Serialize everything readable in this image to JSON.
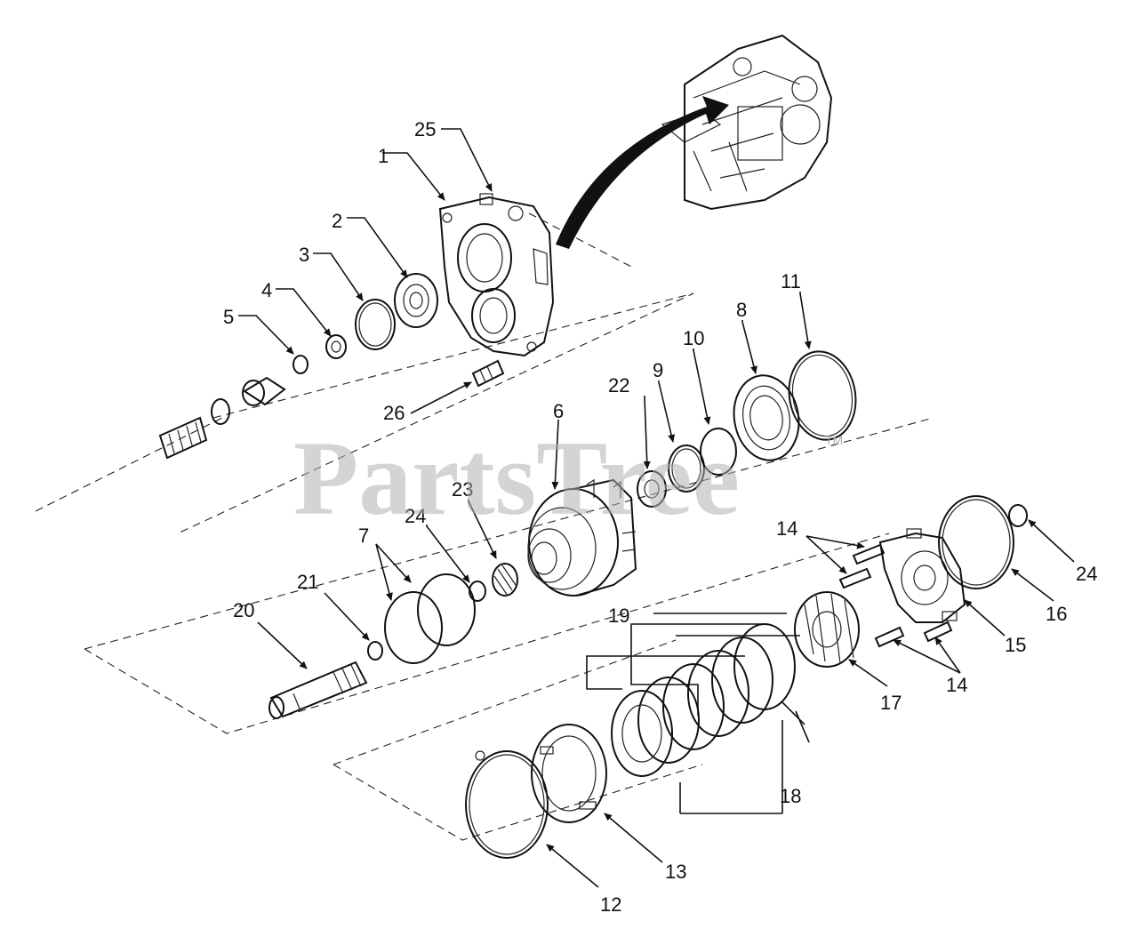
{
  "watermark": {
    "text": "PartsTree",
    "mark": "TM"
  },
  "callouts": [
    "1",
    "2",
    "3",
    "4",
    "5",
    "6",
    "7",
    "8",
    "9",
    "10",
    "11",
    "12",
    "13",
    "14",
    "15",
    "16",
    "17",
    "18",
    "19",
    "20",
    "21",
    "22",
    "23",
    "24",
    "25",
    "26"
  ]
}
